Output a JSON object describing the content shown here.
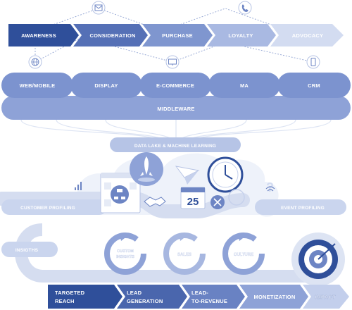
{
  "journey_stages": [
    "AWARENESS",
    "CONSIDERATION",
    "PURCHASE",
    "LOYALTY",
    "ADVOCACY"
  ],
  "channels": [
    "WEB/MOBILE",
    "DISPLAY",
    "E-COMMERCE",
    "MA",
    "CRM"
  ],
  "middleware": "MIDDLEWARE",
  "data_lake": "DATA LAKE & MACHINE LEARNING",
  "calendar_day": "25",
  "customer_profiling": "CUSTOMER PROFILING",
  "event_profiling": "EVENT PROFILING",
  "insights": "INSIGTHS",
  "cycles": [
    "CUSTOM INSIGHTS",
    "SALES",
    "CULTURE"
  ],
  "outcomes": [
    {
      "line1": "TARGETED",
      "line2": "REACH"
    },
    {
      "line1": "LEAD",
      "line2": "GENERATION"
    },
    {
      "line1": "LEAD-",
      "line2": "TO-REVENUE"
    }
  ],
  "monetization": "MONETIZATION",
  "impact": "IMPACT",
  "colors": {
    "dark_blue": "#2f4f9a",
    "mid_blue": "#6d85c4",
    "light_blue": "#b9c6e6",
    "pale_blue": "#dde4f3",
    "accent": "#3a5cb0"
  },
  "icons": [
    "envelope-icon",
    "phone-icon",
    "globe-icon",
    "monitor-icon",
    "smartphone-icon",
    "rocket-icon",
    "paper-plane-icon",
    "clock-icon",
    "calendar-icon",
    "handshake-icon",
    "network-icon",
    "target-icon",
    "wifi-icon",
    "bar-chart-icon",
    "question-icon"
  ]
}
